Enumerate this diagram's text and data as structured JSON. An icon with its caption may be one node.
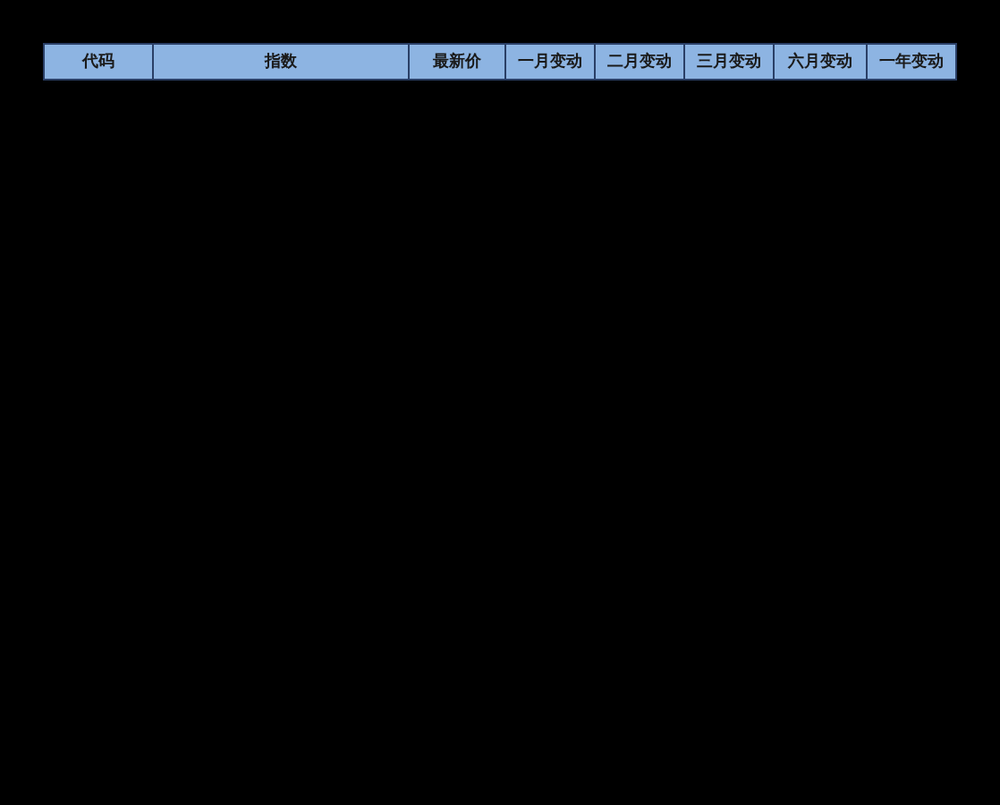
{
  "diagram": {
    "labels": [
      "代码",
      "指数",
      "最新价",
      "一月变动",
      "二月变动",
      "三月变动",
      "六月变动",
      "一年变动"
    ]
  }
}
